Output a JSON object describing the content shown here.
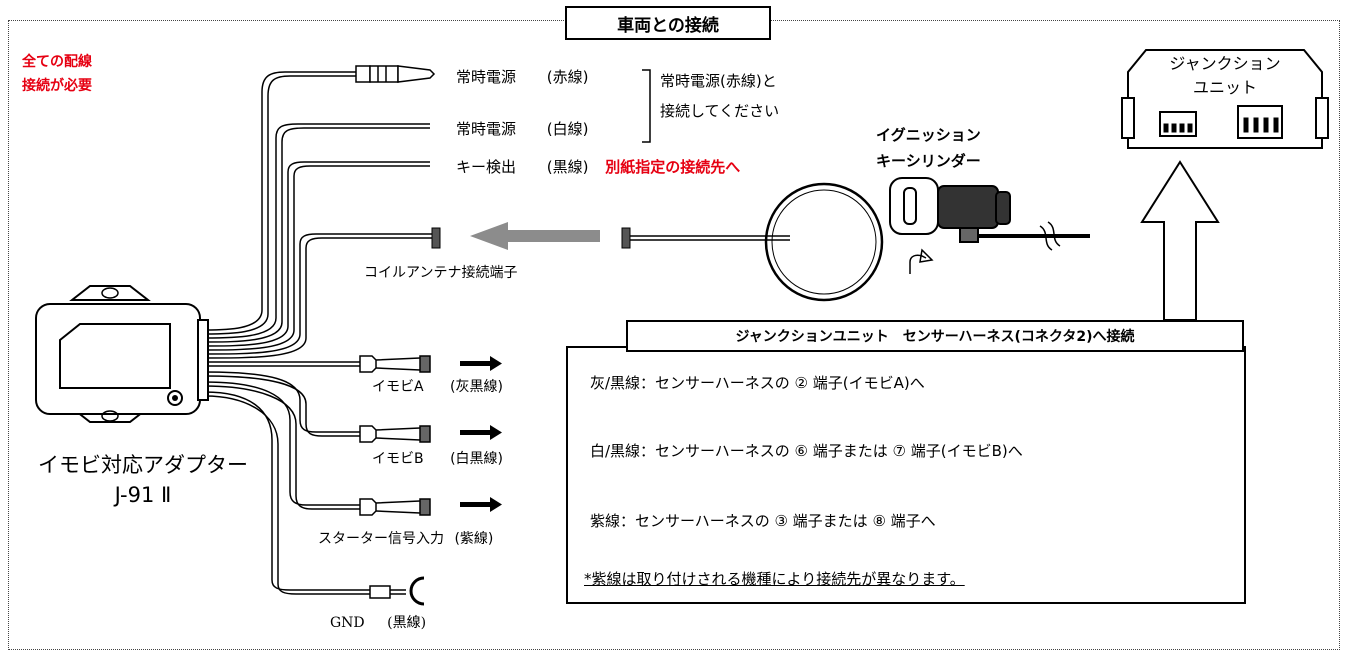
{
  "title": "車両との接続",
  "note_all_wiring": [
    "全ての配線",
    "接続が必要"
  ],
  "wires": {
    "const1": {
      "name": "常時電源",
      "color": "(赤線)"
    },
    "const2": {
      "name": "常時電源",
      "color": "(白線)"
    },
    "bracket_note": [
      "常時電源(赤線)と",
      "接続してください"
    ],
    "key": {
      "name": "キー検出",
      "color": "(黒線)"
    },
    "key_note": "別紙指定の接続先へ",
    "coil": "コイルアンテナ接続端子",
    "immoA": {
      "name": "イモビA",
      "color": "(灰黒線)"
    },
    "immoB": {
      "name": "イモビB",
      "color": "(白黒線)"
    },
    "starter": {
      "name": "スターター信号入力",
      "color": "(紫線)"
    },
    "gnd": {
      "name": "GND",
      "color": "(黒線)"
    }
  },
  "ignition_label": [
    "イグニッション",
    "キーシリンダー"
  ],
  "junction_unit_label": [
    "ジャンクション",
    "ユニット"
  ],
  "adapter_label": [
    "イモビ対応アダプター",
    "J-91 Ⅱ"
  ],
  "sensor_box": {
    "title": "ジャンクションユニット　センサーハーネス(コネクタ2)へ接続",
    "lines": [
      "灰/黒線：センサーハーネスの ② 端子(イモビA)へ",
      "白/黒線：センサーハーネスの ⑥ 端子または ⑦ 端子(イモビB)へ",
      "紫線：センサーハーネスの ③ 端子または ⑧ 端子へ"
    ],
    "footnote": "*紫線は取り付けされる機種により接続先が異なります。"
  },
  "colors": {
    "accent_red": "#e60012",
    "arrow_gray": "#8c8c8c"
  }
}
